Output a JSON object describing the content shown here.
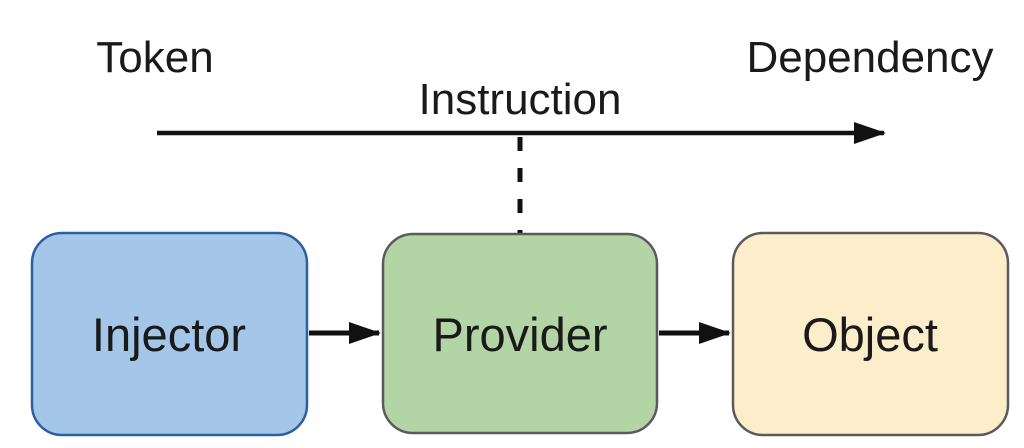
{
  "diagram": {
    "title_hint": "dependency-injection-flow",
    "background": "#ffffff",
    "line_color": "#111111",
    "text_color": "#1a1a1a",
    "flow": {
      "start_label": "Token",
      "middle_label": "Instruction",
      "end_label": "Dependency"
    },
    "nodes": [
      {
        "id": "injector",
        "label": "Injector",
        "fill": "#a4c6e8",
        "border": "#2e5f9e"
      },
      {
        "id": "provider",
        "label": "Provider",
        "fill": "#b3d5a6",
        "border": "#5b5b5b"
      },
      {
        "id": "object",
        "label": "Object",
        "fill": "#fceecb",
        "border": "#5b5b5b"
      }
    ],
    "edges": [
      {
        "from": "injector",
        "to": "provider",
        "style": "solid-arrow"
      },
      {
        "from": "provider",
        "to": "object",
        "style": "solid-arrow"
      },
      {
        "from": "token",
        "to": "dependency",
        "label": "Instruction",
        "style": "solid-arrow"
      },
      {
        "from": "instruction-line",
        "to": "provider",
        "style": "dashed"
      }
    ]
  }
}
